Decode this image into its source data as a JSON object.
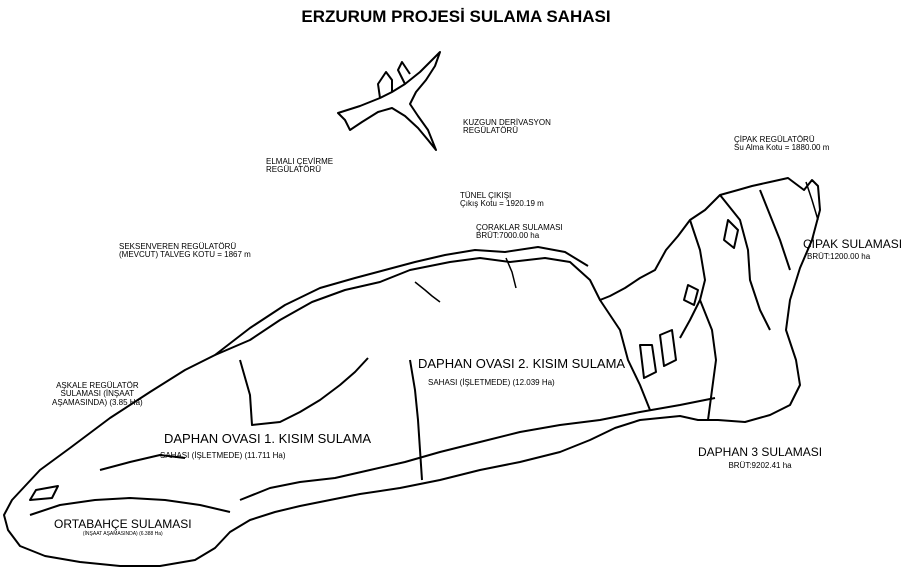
{
  "title": "ERZURUM PROJESİ SULAMA SAHASI",
  "labels": {
    "kuzgun": [
      "KUZGUN DERİVASYON",
      "REGÜLATÖRÜ"
    ],
    "elmali": [
      "ELMALI ÇEVİRME",
      "REGÜLATÖRÜ"
    ],
    "tunel": [
      "TÜNEL ÇIKIŞI",
      "Çıkış Kotu = 1920.19 m"
    ],
    "coraklar": [
      "ÇORAKLAR SULAMASI",
      "BRÜT:7000.00 ha"
    ],
    "cipak_reg": [
      "ÇİPAK REGÜLATÖRÜ",
      "Su Alma Kotu = 1880.00 m"
    ],
    "cipak_sul": [
      "ÇİPAK SULAMASI",
      "BRÜT:1200.00 ha"
    ],
    "seksen": [
      "SEKSENVEREN  REGÜLATÖRÜ",
      "(MEVCUT) TALVEG KOTU = 1867 m"
    ],
    "askale": [
      "AŞKALE REGÜLATÖR",
      "SULAMASI (İNŞAAT",
      "AŞAMASINDA) (3.85 Ha)"
    ],
    "daphan2": [
      "DAPHAN OVASI 2. KISIM SULAMA",
      "SAHASI (İŞLETMEDE) (12.039 Ha)"
    ],
    "daphan1": [
      "DAPHAN OVASI 1. KISIM SULAMA",
      "SAHASI (İŞLETMEDE) (11.711 Ha)"
    ],
    "daphan3": [
      "DAPHAN 3 SULAMASI",
      "BRÜT:9202.41 ha"
    ],
    "ortabahce": [
      "ORTABAHÇE SULAMASI",
      "(İNŞAAT AŞAMASINDA) (6.388 Ha)"
    ]
  },
  "colors": {
    "line": "#000000",
    "background": "#ffffff"
  }
}
